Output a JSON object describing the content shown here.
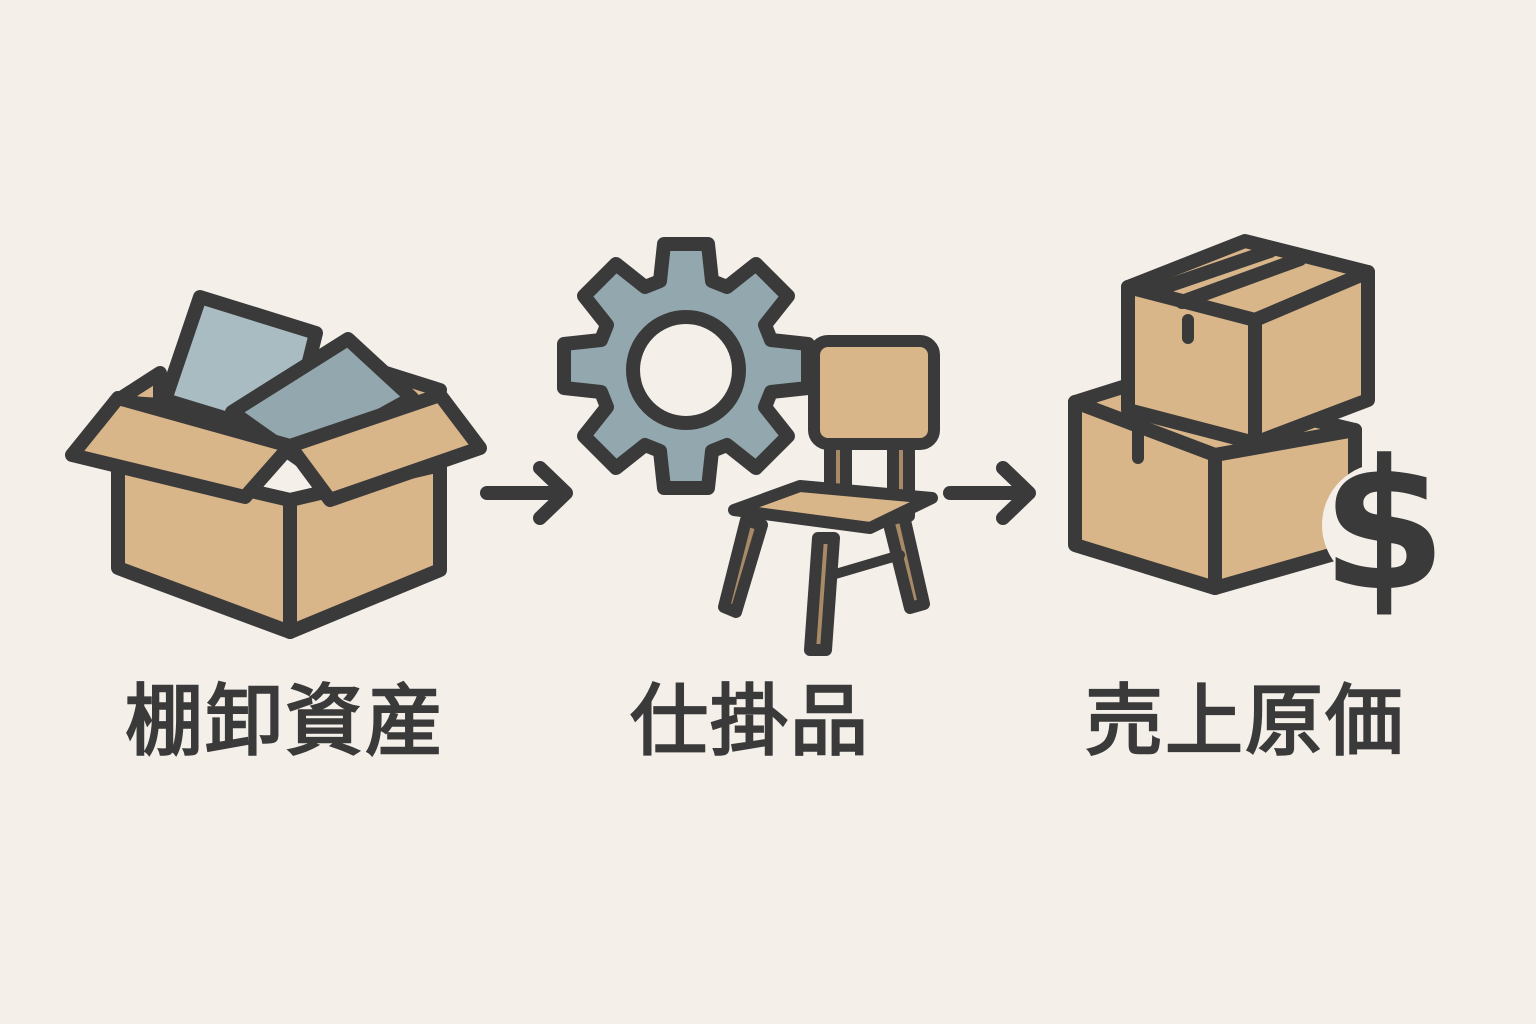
{
  "steps": [
    {
      "label": "棚卸資産",
      "icon": "open-box-icon"
    },
    {
      "label": "仕掛品",
      "icon": "gear-and-chair-icon"
    },
    {
      "label": "売上原価",
      "icon": "stacked-boxes-dollar-icon"
    }
  ],
  "connectors": [
    "arrow-right-icon",
    "arrow-right-icon"
  ],
  "dollar_sign": "$",
  "colors": {
    "background": "#f4efe8",
    "outline": "#3a3a3a",
    "cardboard": "#d9b58a",
    "gear": "#93a7ae",
    "paper": "#a8bcc1",
    "chair_leg": "#a88a66",
    "text": "#3a3a3a"
  }
}
